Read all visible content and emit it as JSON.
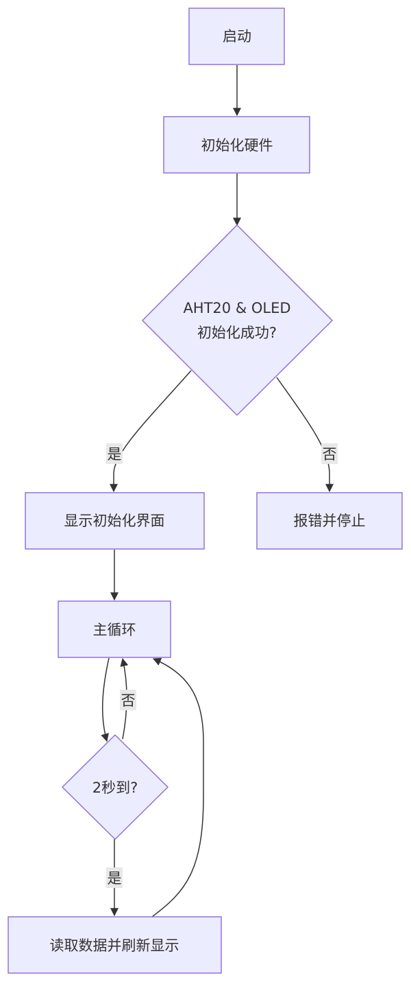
{
  "nodes": {
    "start": {
      "label": "启动"
    },
    "init_hw": {
      "label": "初始化硬件"
    },
    "check_init": {
      "label_line1": "AHT20 & OLED",
      "label_line2": "初始化成功?"
    },
    "show_init_ui": {
      "label": "显示初始化界面"
    },
    "error_stop": {
      "label": "报错并停止"
    },
    "main_loop": {
      "label": "主循环"
    },
    "check_2s": {
      "label": "2秒到?"
    },
    "read_refresh": {
      "label": "读取数据并刷新显示"
    }
  },
  "edges": {
    "check_yes": {
      "label": "是"
    },
    "check_no": {
      "label": "否"
    },
    "timer_no": {
      "label": "否"
    },
    "timer_yes": {
      "label": "是"
    }
  },
  "colors": {
    "node_fill": "#ECECFF",
    "node_stroke": "#9370DB",
    "edge": "#333333",
    "label_bg": "#e8e8e8"
  }
}
